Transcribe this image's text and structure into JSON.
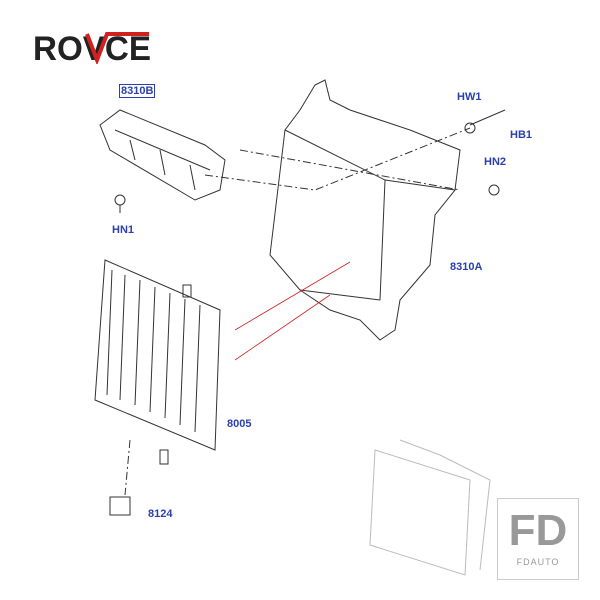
{
  "brand": {
    "logo_text": "ROVCE",
    "accent": "#d22020"
  },
  "watermark": {
    "big": "FD",
    "small": "FDAUTO"
  },
  "callouts": {
    "c8310B": "8310B",
    "hw1": "HW1",
    "hb1": "HB1",
    "hn2": "HN2",
    "hn1": "HN1",
    "c8310A": "8310A",
    "c8005": "8005",
    "c8124": "8124"
  },
  "colors": {
    "label": "#2a3fb0",
    "line": "#333333"
  }
}
